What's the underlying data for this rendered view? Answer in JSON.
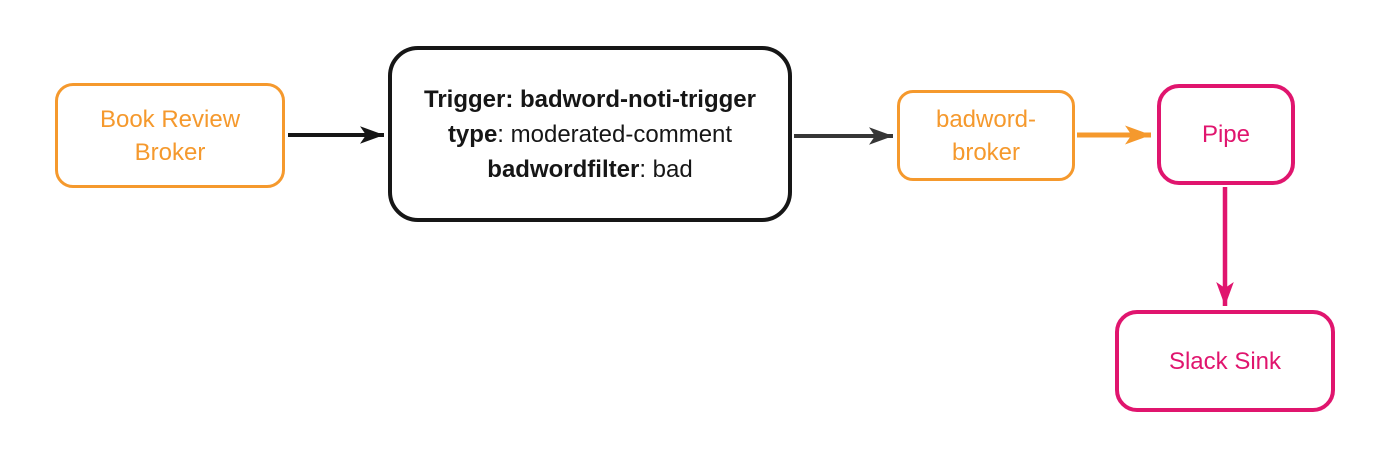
{
  "colors": {
    "background": "#FFFFFF",
    "orange": "#F5992D",
    "pink": "#E0156E",
    "black": "#161616",
    "arrow_dark": "#363636"
  },
  "nodes": {
    "book_review_broker": {
      "label": "Book Review Broker"
    },
    "trigger_details": {
      "line1": "Trigger: badword-noti-trigger",
      "line2_key": "type",
      "line2_value": ": moderated-comment",
      "line3_key": "badwordfilter",
      "line3_value": ": bad"
    },
    "badword_broker": {
      "label": "badword-broker"
    },
    "pipe": {
      "label": "Pipe"
    },
    "slack_sink": {
      "label": "Slack Sink"
    }
  },
  "edges": [
    {
      "from": "book_review_broker",
      "to": "trigger_details",
      "color": "black"
    },
    {
      "from": "trigger_details",
      "to": "badword_broker",
      "color": "dark"
    },
    {
      "from": "badword_broker",
      "to": "pipe",
      "color": "orange"
    },
    {
      "from": "pipe",
      "to": "slack_sink",
      "color": "pink"
    }
  ]
}
